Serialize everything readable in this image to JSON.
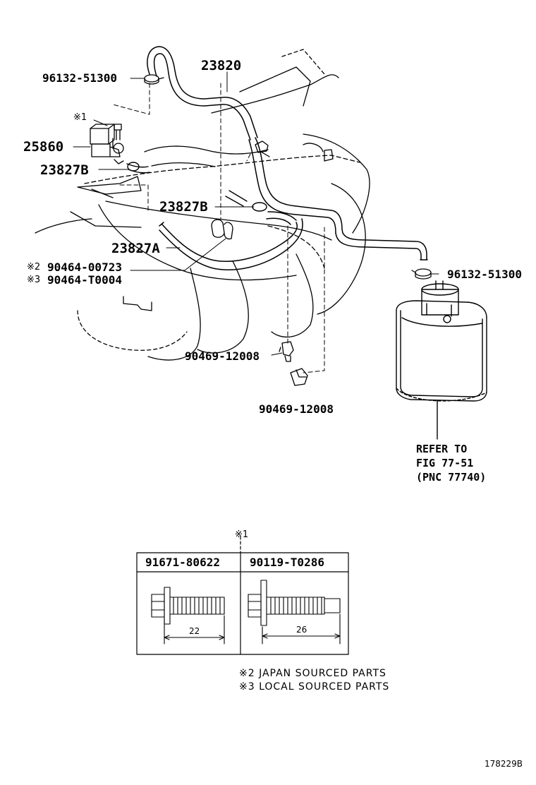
{
  "labels": {
    "hose_main": "23820",
    "clamp_top": "96132-51300",
    "clamp_canister": "96132-51300",
    "vsv": "25860",
    "hose_b1": "23827B",
    "hose_b2": "23827B",
    "hose_a": "23827A",
    "clip_1": "90469-12008",
    "clip_2": "90469-12008",
    "part_japan": "90464-00723",
    "part_local": "90464-T0004",
    "mark_1": "※1",
    "mark_2": "※2",
    "mark_3": "※3",
    "mark_table": "※1"
  },
  "refer": {
    "line1": "REFER TO",
    "line2": "FIG 77-51",
    "line3": "(PNC 77740)"
  },
  "bolt_table": {
    "col1_part": "91671-80622",
    "col2_part": "90119-T0286",
    "col1_length": "22",
    "col2_length": "26"
  },
  "notes": {
    "note2": "※2 JAPAN SOURCED PARTS",
    "note3": "※3 LOCAL SOURCED PARTS"
  },
  "figure_id": "178229B"
}
